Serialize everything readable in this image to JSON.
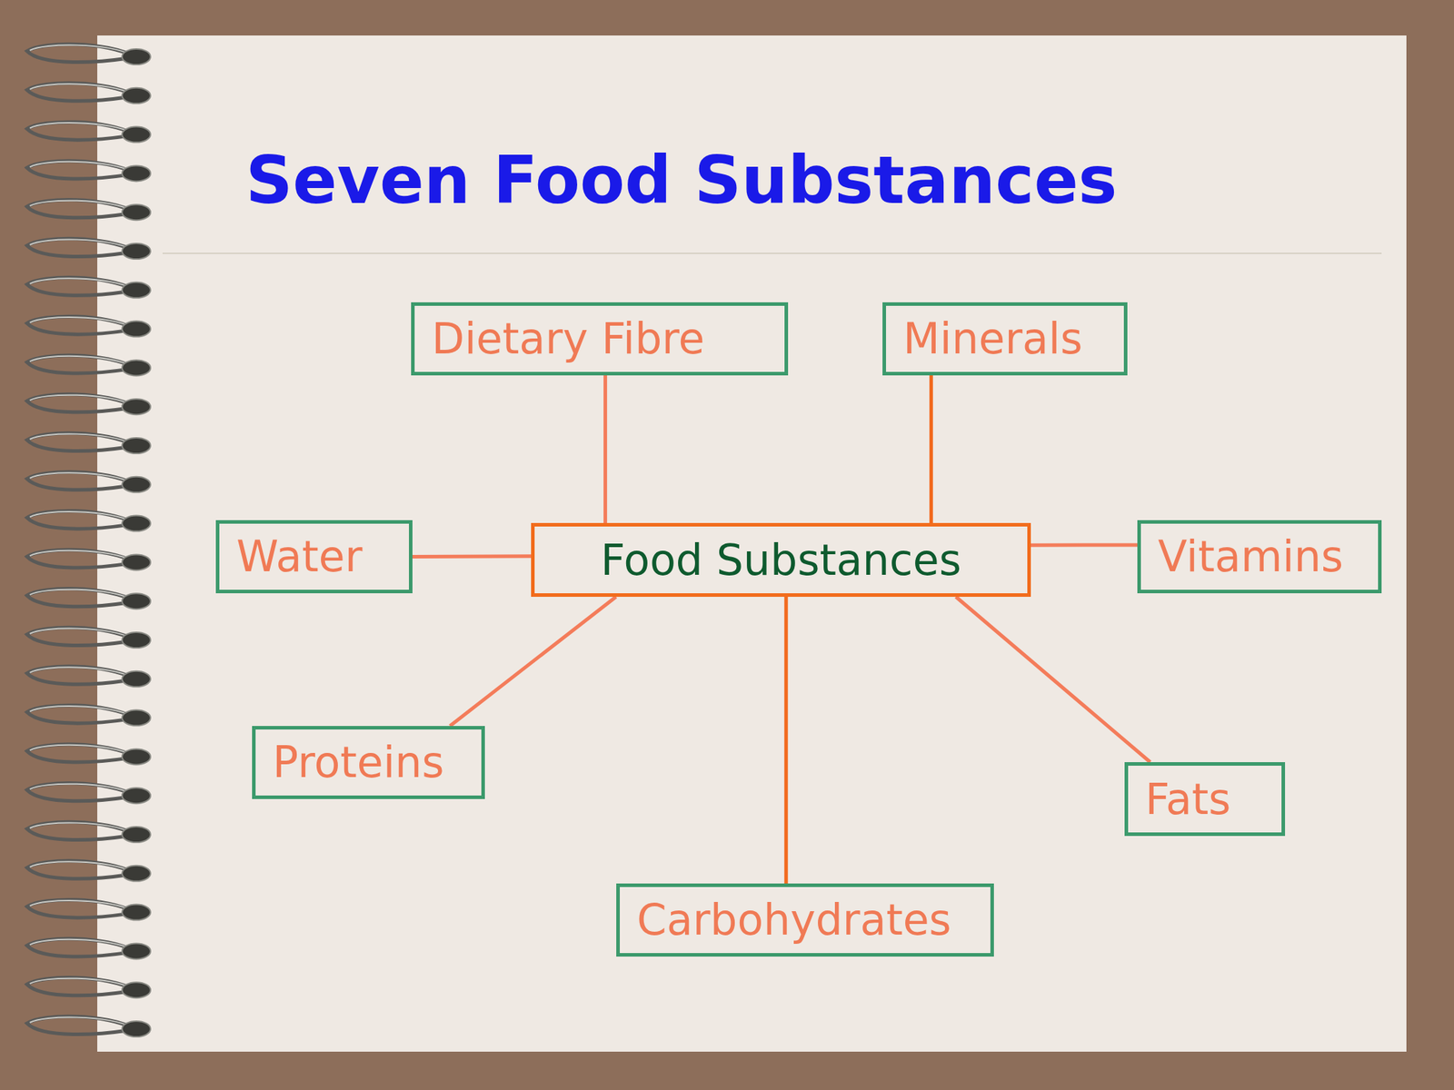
{
  "diagram": {
    "title": "Seven Food Substances",
    "nodes": [
      {
        "text": [
          "Dietary Fibre"
        ]
      },
      {
        "text": [
          "Minerals"
        ]
      },
      {
        "text": [
          "Water"
        ]
      },
      {
        "text": [
          "Food Substances"
        ]
      },
      {
        "text": [
          "Vitamins"
        ]
      },
      {
        "text": [
          "Proteins"
        ]
      },
      {
        "text": [
          "Fats"
        ]
      },
      {
        "text": [
          "Carbohydrates"
        ]
      }
    ],
    "edges": [
      {
        "from": 3,
        "to": 0,
        "arrow": "none"
      },
      {
        "from": 3,
        "to": 1,
        "arrow": "none"
      },
      {
        "from": 3,
        "to": 2,
        "arrow": "none"
      },
      {
        "from": 3,
        "to": 4,
        "arrow": "none"
      },
      {
        "from": 3,
        "to": 5,
        "arrow": "none"
      },
      {
        "from": 3,
        "to": 6,
        "arrow": "none"
      },
      {
        "from": 3,
        "to": 7,
        "arrow": "none"
      }
    ]
  }
}
